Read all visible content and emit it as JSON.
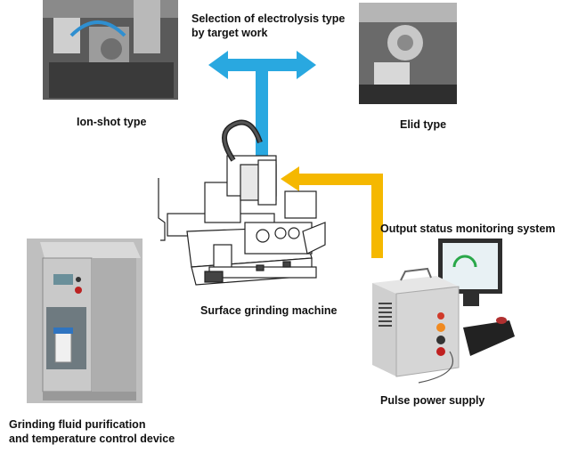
{
  "labels": {
    "selection_line1": "Selection of electrolysis type",
    "selection_line2": "by target work",
    "ion_shot": "Ion-shot type",
    "elid": "Elid type",
    "output_status": "Output status  monitoring system",
    "surface_grinding": "Surface grinding machine",
    "pulse_power": "Pulse power supply",
    "grinding_fluid_line1": "Grinding fluid purification",
    "grinding_fluid_line2": "and temperature control device"
  },
  "colors": {
    "blue_arrow": "#29a8e0",
    "yellow_arrow": "#f5b800"
  }
}
